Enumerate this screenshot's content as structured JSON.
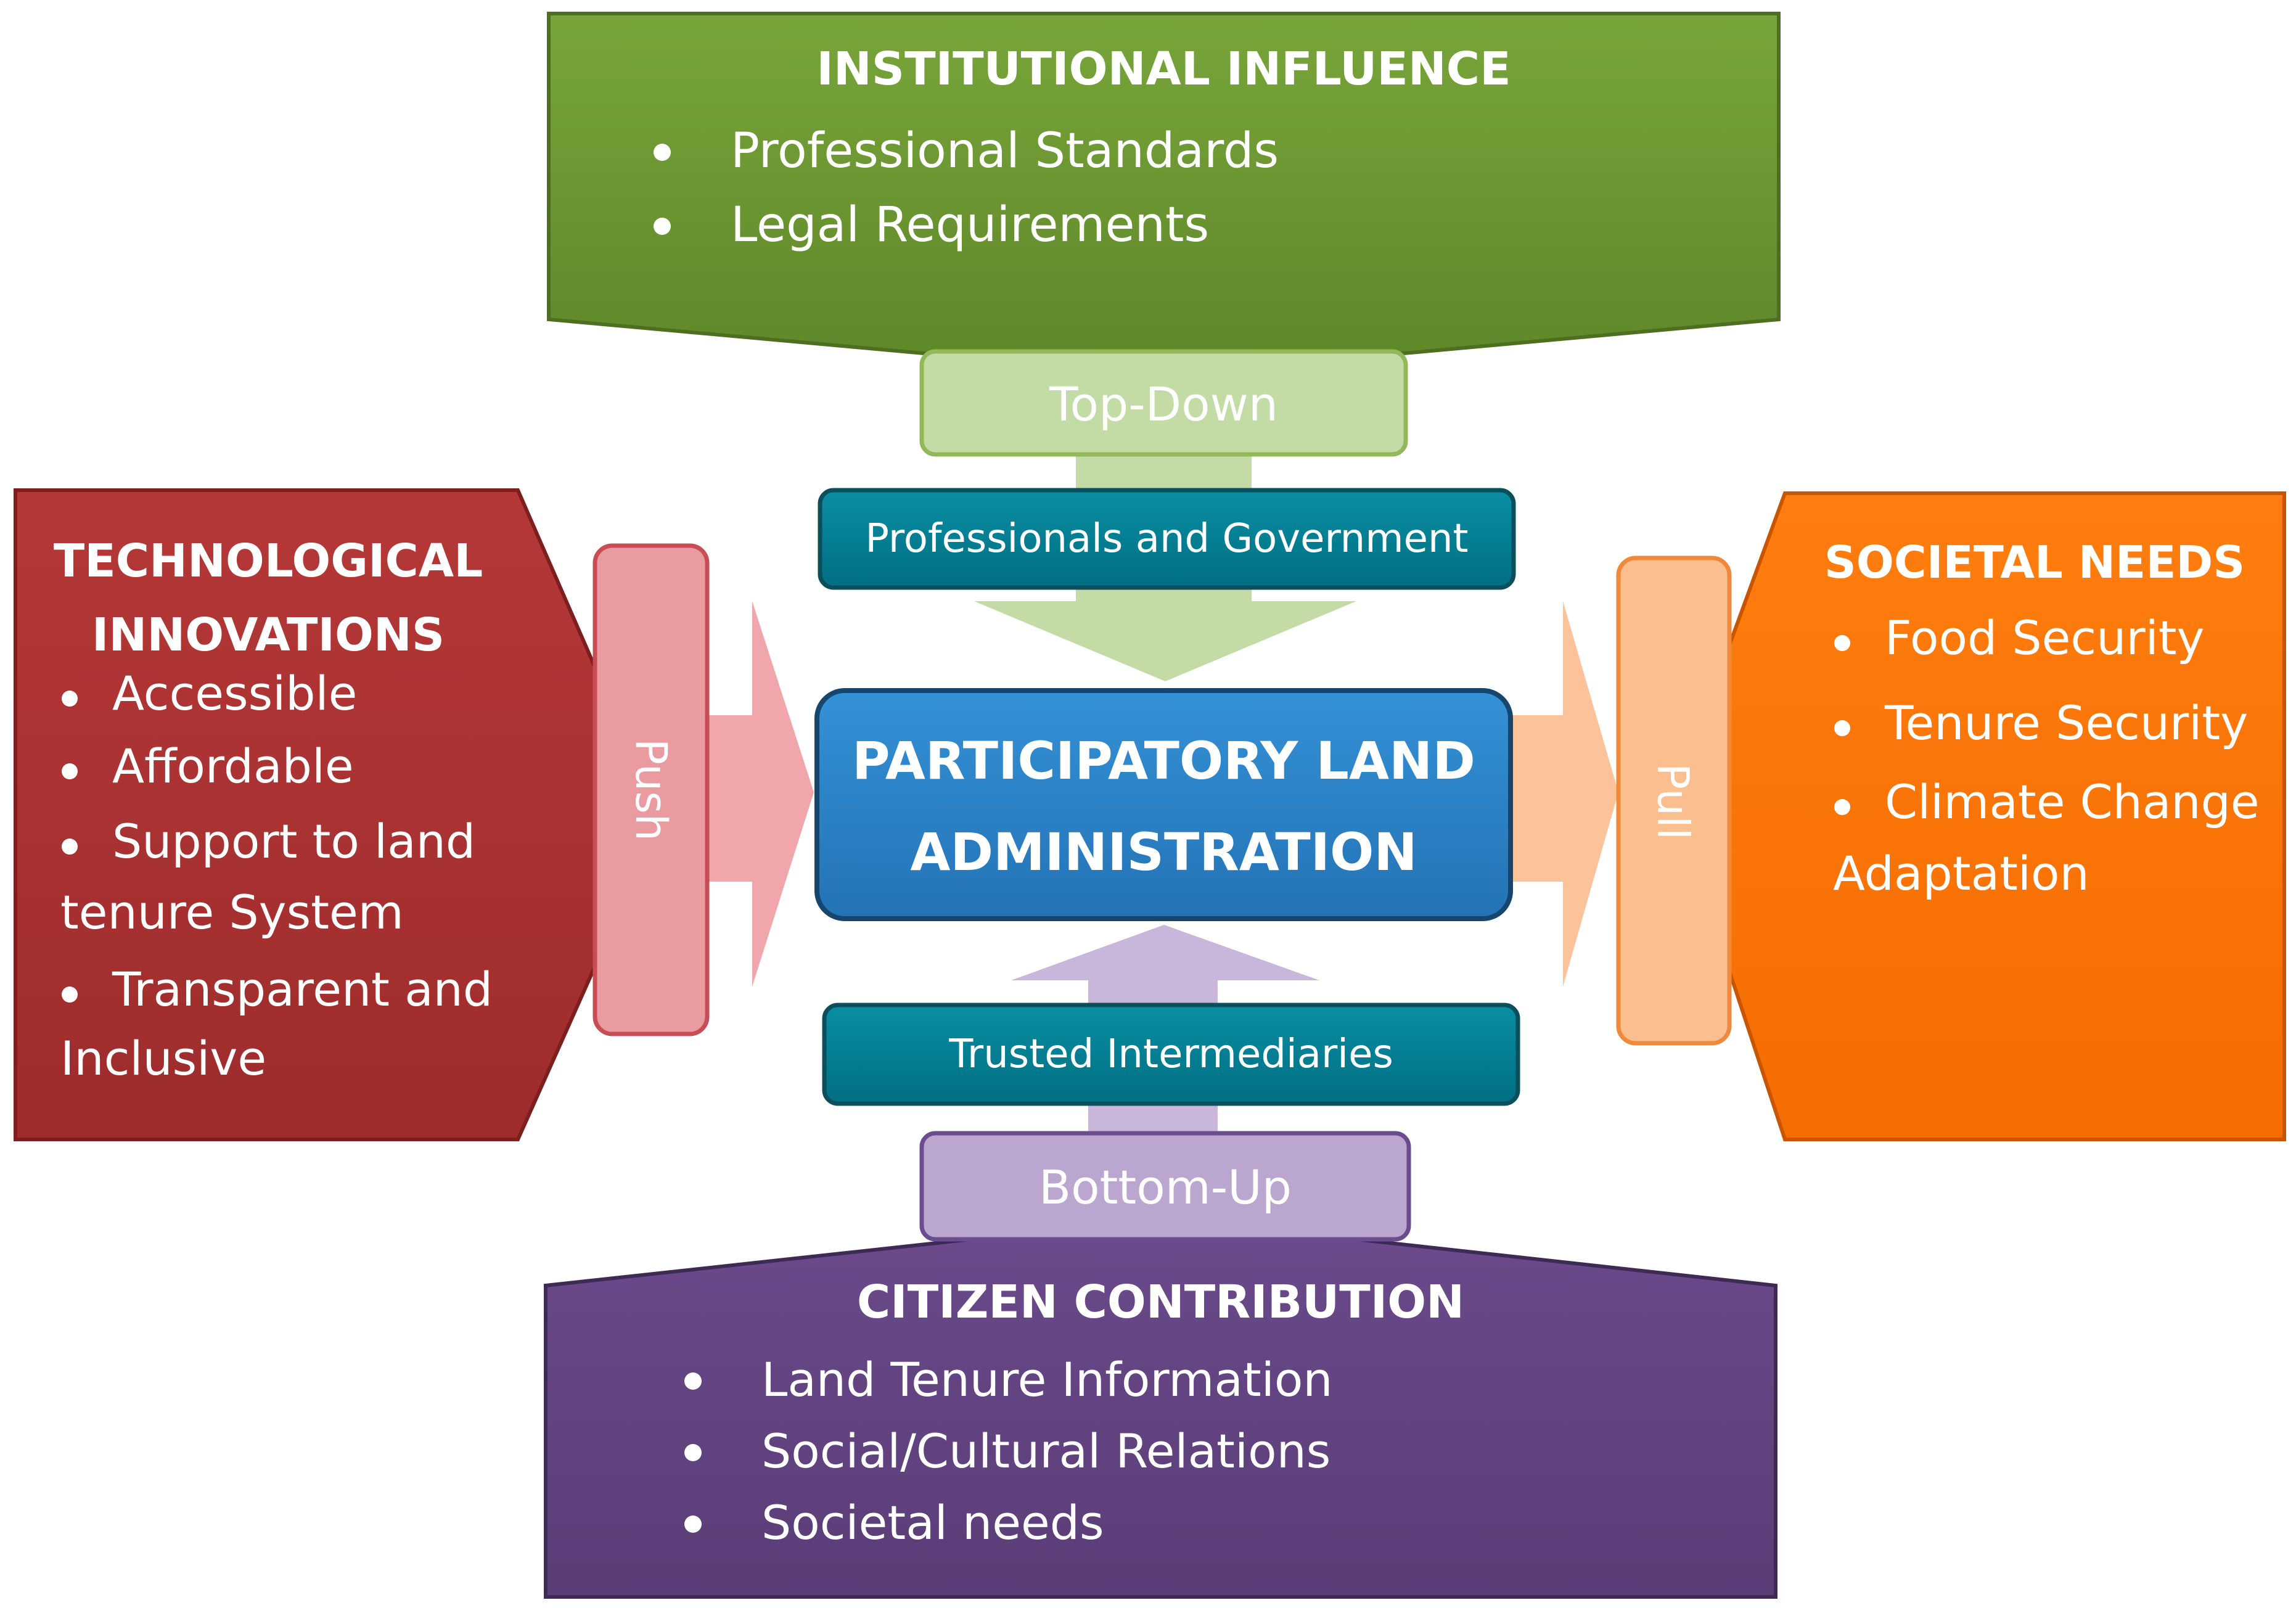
{
  "colors": {
    "institutional": "#6b9430",
    "tech": "#a93131",
    "societal": "#fb7300",
    "citizen": "#624480",
    "center": "#2980c4",
    "teal": "#007d92",
    "topdown_tab": "#c3dba4",
    "push_tab": "#ea9b9f",
    "pull_tab": "#fbbe8e",
    "bottomup_tab": "#bba6cf"
  },
  "institutional": {
    "title": "INSTITUTIONAL INFLUENCE",
    "items": [
      "Professional Standards",
      "Legal Requirements"
    ]
  },
  "top_down_label": "Top-Down",
  "professionals_label": "Professionals and Government",
  "center": {
    "line1": "PARTICIPATORY LAND",
    "line2": "ADMINISTRATION"
  },
  "technological": {
    "title_line1": "TECHNOLOGICAL",
    "title_line2": "INNOVATIONS",
    "items": [
      "Accessible",
      "Affordable",
      "Support to land",
      "tenure System",
      "Transparent and",
      "Inclusive"
    ]
  },
  "push_label": "Push",
  "pull_label": "Pull",
  "societal": {
    "title": "SOCIETAL NEEDS",
    "items": [
      "Food Security",
      "Tenure Security",
      "Climate Change",
      "Adaptation"
    ]
  },
  "trusted_label": "Trusted Intermediaries",
  "bottom_up_label": "Bottom-Up",
  "citizen": {
    "title": "CITIZEN CONTRIBUTION",
    "items": [
      "Land Tenure Information",
      "Social/Cultural Relations",
      "Societal needs"
    ]
  }
}
